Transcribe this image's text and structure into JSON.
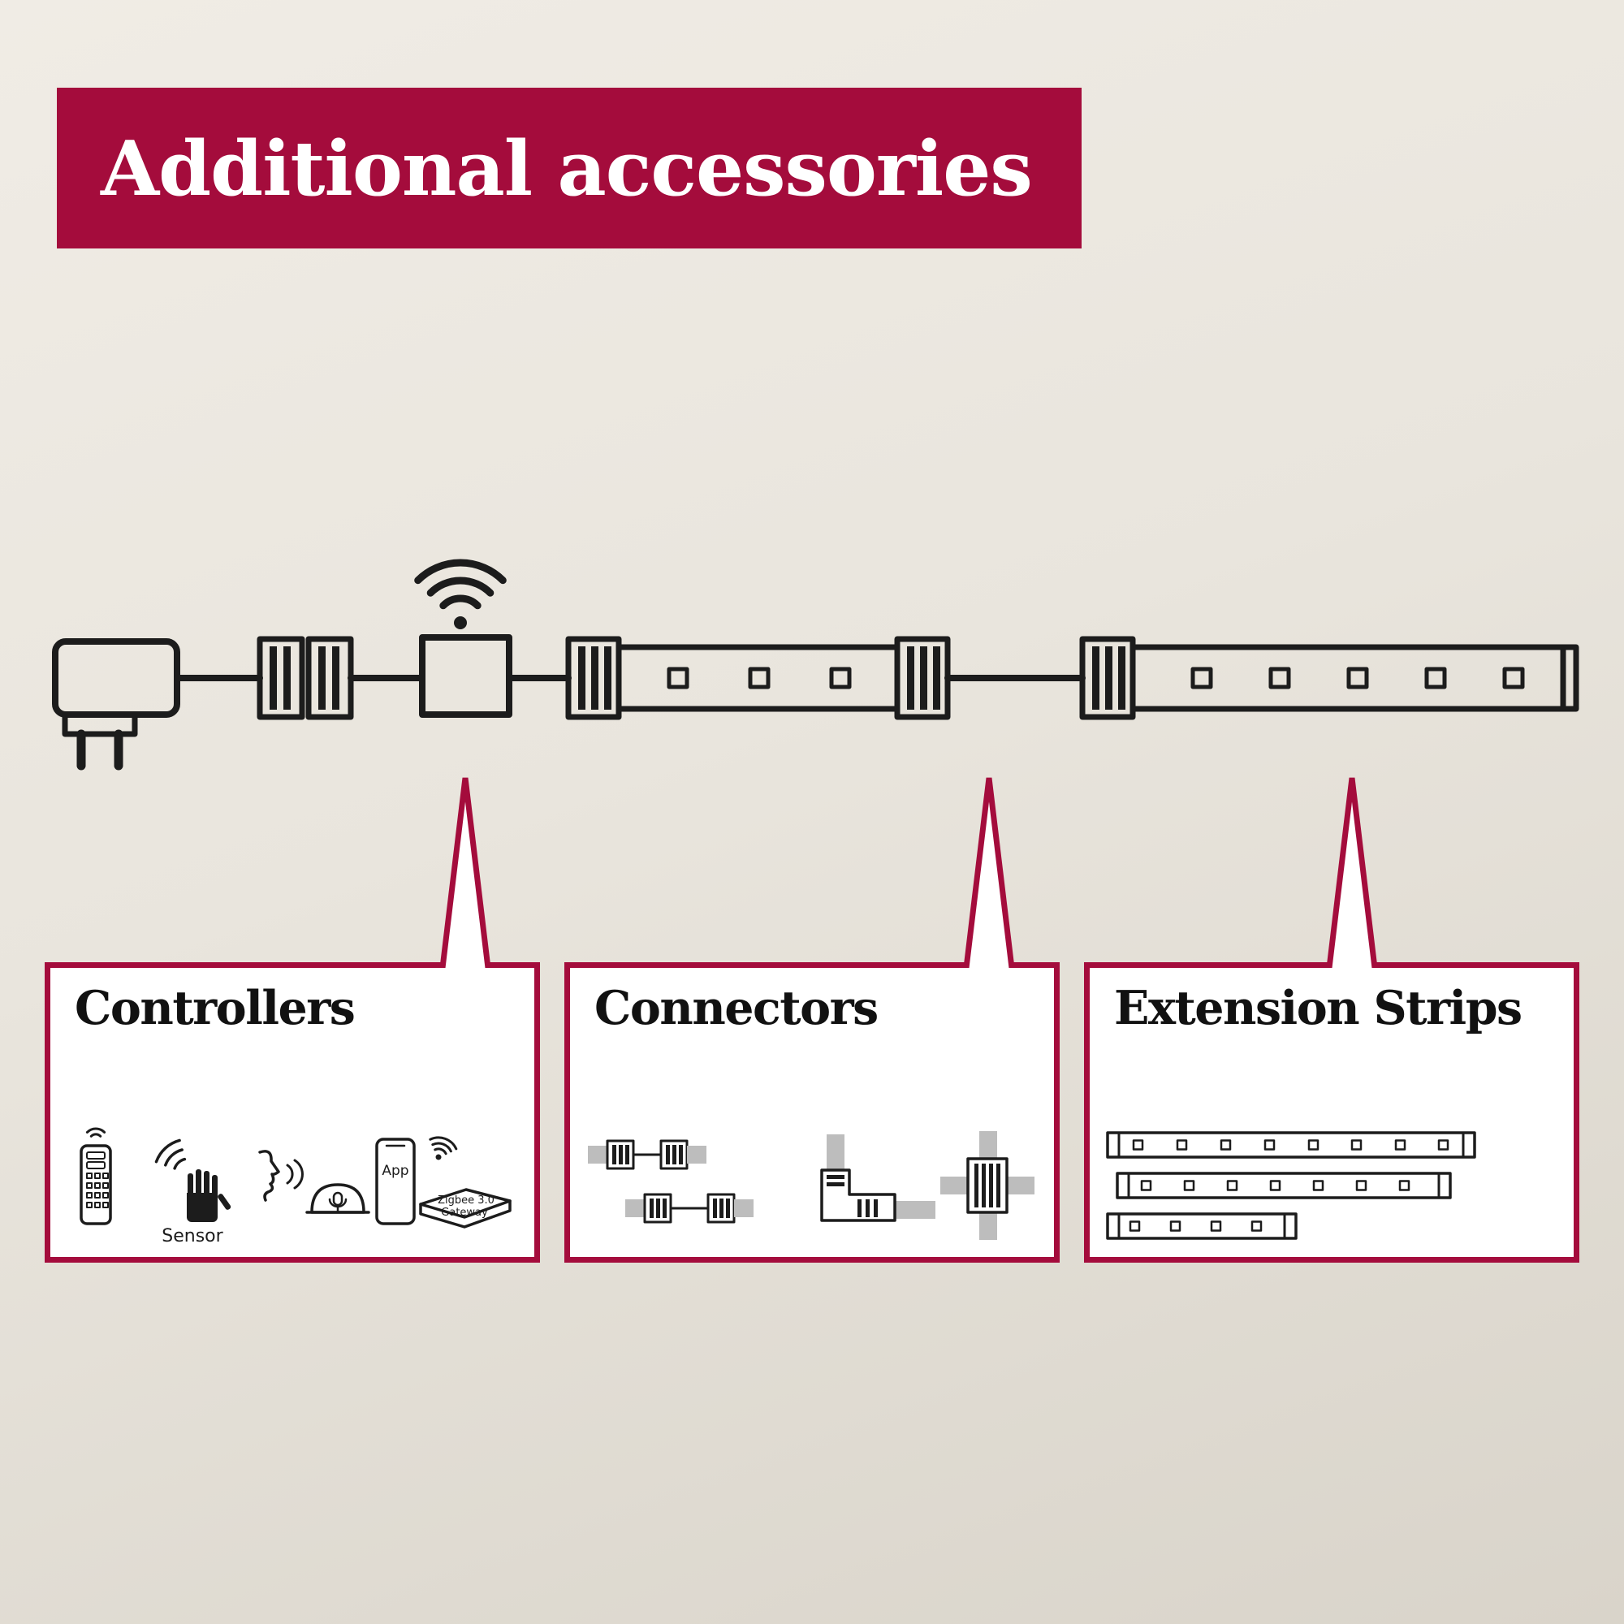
{
  "colors": {
    "accent": "#a40c3c",
    "line": "#1c1c1c",
    "background_light": "#efebe4",
    "background_dark": "#d9d4ca",
    "panel": "#ffffff"
  },
  "banner": {
    "label": "Additional accessories"
  },
  "diagram": {
    "parts": [
      {
        "name": "power-adapter-icon"
      },
      {
        "name": "strip-connector-icon"
      },
      {
        "name": "wifi-controller-icon"
      },
      {
        "name": "led-strip-icon",
        "led_count": 3
      },
      {
        "name": "led-strip-icon",
        "led_count": 5
      }
    ]
  },
  "callouts": [
    {
      "title": "Controllers",
      "icons": [
        {
          "name": "remote-control-icon"
        },
        {
          "name": "motion-sensor-icon",
          "label": "Sensor"
        },
        {
          "name": "voice-control-icon"
        },
        {
          "name": "app-gateway-icon",
          "app_label": "App",
          "gateway_line1": "Zigbee 3.0",
          "gateway_line2": "Gateway"
        }
      ]
    },
    {
      "title": "Connectors",
      "icons": [
        {
          "name": "cable-connector-icon"
        },
        {
          "name": "corner-connector-icon"
        },
        {
          "name": "cross-connector-icon"
        }
      ]
    },
    {
      "title": "Extension Strips",
      "icons": [
        {
          "name": "extension-strip-long-icon",
          "led_count": 8
        },
        {
          "name": "extension-strip-medium-icon",
          "led_count": 7
        },
        {
          "name": "extension-strip-short-icon",
          "led_count": 4
        }
      ]
    }
  ]
}
